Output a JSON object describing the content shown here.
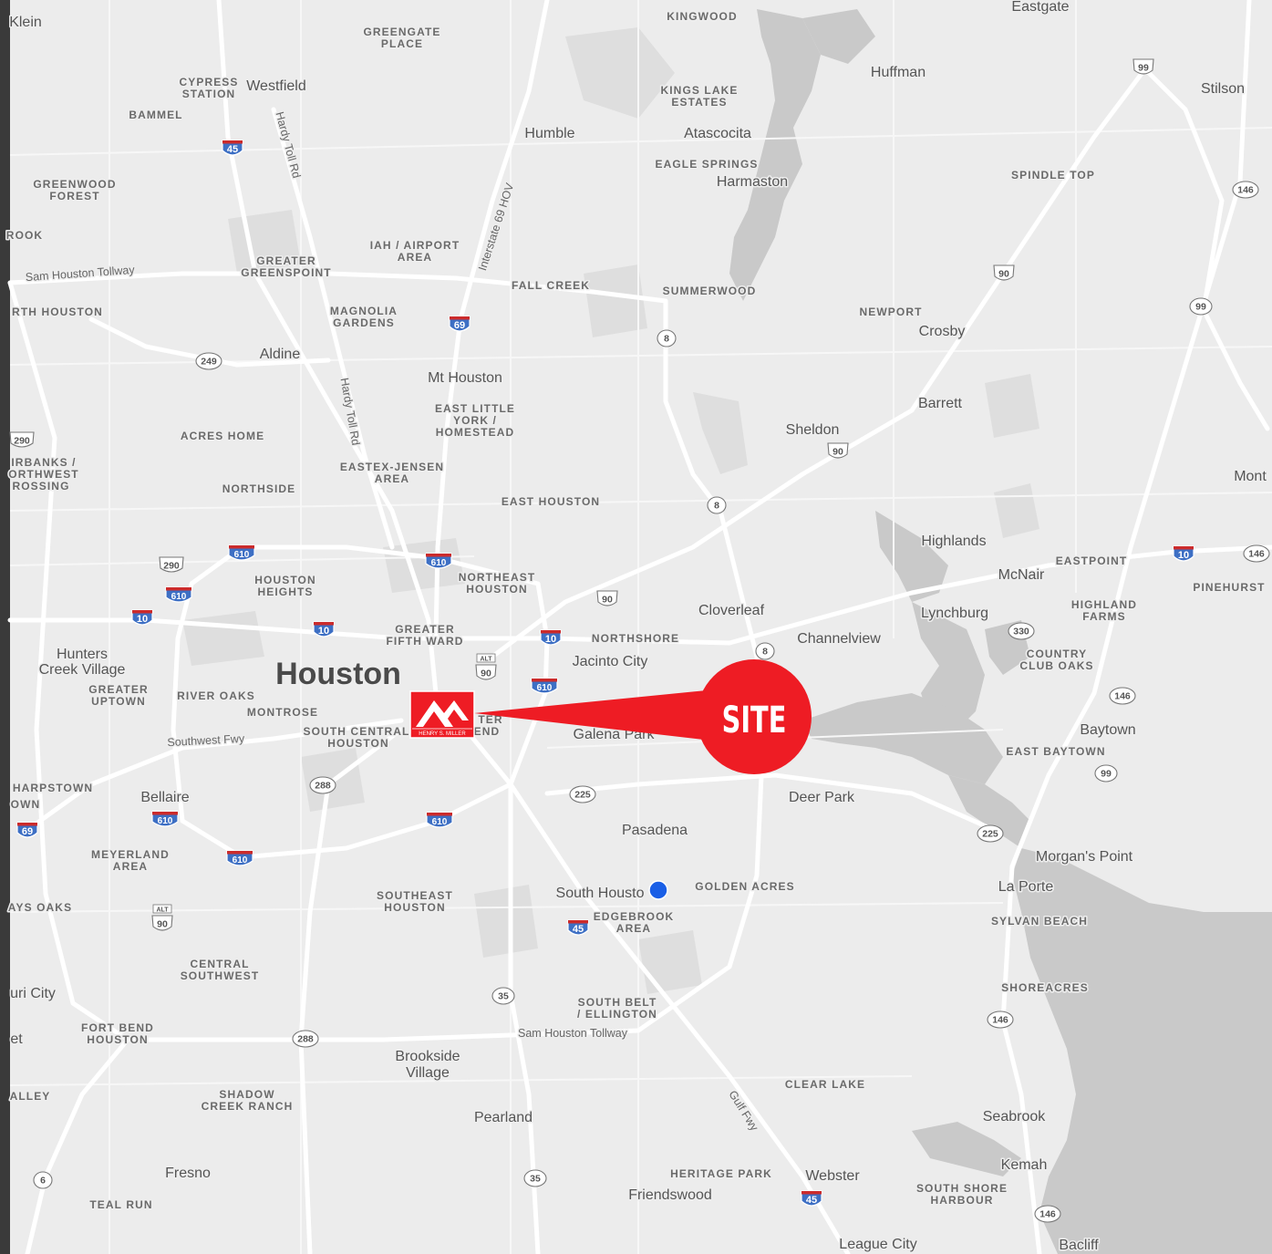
{
  "map": {
    "main_city": "Houston",
    "cities": [
      {
        "id": "klein",
        "text": "Klein"
      },
      {
        "id": "westfield",
        "text": "Westfield"
      },
      {
        "id": "humble",
        "text": "Humble"
      },
      {
        "id": "atascocita",
        "text": "Atascocita"
      },
      {
        "id": "harmaston",
        "text": "Harmaston"
      },
      {
        "id": "huffman",
        "text": "Huffman"
      },
      {
        "id": "eastgate",
        "text": "Eastgate"
      },
      {
        "id": "stilson",
        "text": "Stilson"
      },
      {
        "id": "aldine",
        "text": "Aldine"
      },
      {
        "id": "mt-houston",
        "text": "Mt Houston"
      },
      {
        "id": "crosby",
        "text": "Crosby"
      },
      {
        "id": "barrett",
        "text": "Barrett"
      },
      {
        "id": "sheldon",
        "text": "Sheldon"
      },
      {
        "id": "mont",
        "text": "Mont"
      },
      {
        "id": "highlands",
        "text": "Highlands"
      },
      {
        "id": "mcnair",
        "text": "McNair"
      },
      {
        "id": "cloverleaf",
        "text": "Cloverleaf"
      },
      {
        "id": "lynchburg",
        "text": "Lynchburg"
      },
      {
        "id": "channelview",
        "text": "Channelview"
      },
      {
        "id": "jacinto-city",
        "text": "Jacinto City"
      },
      {
        "id": "hunters-creek-1",
        "text": "Hunters"
      },
      {
        "id": "hunters-creek-2",
        "text": "Creek Village"
      },
      {
        "id": "galena-park",
        "text": "Galena Park"
      },
      {
        "id": "baytown",
        "text": "Baytown"
      },
      {
        "id": "bellaire",
        "text": "Bellaire"
      },
      {
        "id": "deer-park",
        "text": "Deer Park"
      },
      {
        "id": "pasadena",
        "text": "Pasadena"
      },
      {
        "id": "morgans-point",
        "text": "Morgan's Point"
      },
      {
        "id": "la-porte",
        "text": "La Porte"
      },
      {
        "id": "south-houston",
        "text": "South Housto"
      },
      {
        "id": "missouri-city",
        "text": "uri City"
      },
      {
        "id": "brookside-1",
        "text": "Brookside"
      },
      {
        "id": "brookside-2",
        "text": "Village"
      },
      {
        "id": "pearland",
        "text": "Pearland"
      },
      {
        "id": "seabrook",
        "text": "Seabrook"
      },
      {
        "id": "kemah",
        "text": "Kemah"
      },
      {
        "id": "fresno",
        "text": "Fresno"
      },
      {
        "id": "webster",
        "text": "Webster"
      },
      {
        "id": "friendswood",
        "text": "Friendswood"
      },
      {
        "id": "league-city",
        "text": "League City"
      },
      {
        "id": "bacliff",
        "text": "Bacliff"
      },
      {
        "id": "stafford",
        "text": "et"
      }
    ],
    "neighborhoods": [
      {
        "id": "greengate-1",
        "text": "GREENGATE"
      },
      {
        "id": "greengate-2",
        "text": "PLACE"
      },
      {
        "id": "kingwood",
        "text": "KINGWOOD"
      },
      {
        "id": "cypress-1",
        "text": "CYPRESS"
      },
      {
        "id": "cypress-2",
        "text": "STATION"
      },
      {
        "id": "bammel",
        "text": "BAMMEL"
      },
      {
        "id": "kings-lake-1",
        "text": "KINGS LAKE"
      },
      {
        "id": "kings-lake-2",
        "text": "ESTATES"
      },
      {
        "id": "eagle-springs",
        "text": "EAGLE SPRINGS"
      },
      {
        "id": "greenwood-1",
        "text": "GREENWOOD"
      },
      {
        "id": "greenwood-2",
        "text": "FOREST"
      },
      {
        "id": "spindle-top",
        "text": "SPINDLE TOP"
      },
      {
        "id": "rook",
        "text": "ROOK"
      },
      {
        "id": "iah-1",
        "text": "IAH / AIRPORT"
      },
      {
        "id": "iah-2",
        "text": "AREA"
      },
      {
        "id": "greenspoint-1",
        "text": "GREATER"
      },
      {
        "id": "greenspoint-2",
        "text": "GREENSPOINT"
      },
      {
        "id": "fall-creek",
        "text": "FALL CREEK"
      },
      {
        "id": "summerwood",
        "text": "SUMMERWOOD"
      },
      {
        "id": "north-houston",
        "text": "RTH HOUSTON"
      },
      {
        "id": "magnolia-1",
        "text": "MAGNOLIA"
      },
      {
        "id": "magnolia-2",
        "text": "GARDENS"
      },
      {
        "id": "newport",
        "text": "NEWPORT"
      },
      {
        "id": "east-little-1",
        "text": "EAST LITTLE"
      },
      {
        "id": "east-little-2",
        "text": "YORK /"
      },
      {
        "id": "east-little-3",
        "text": "HOMESTEAD"
      },
      {
        "id": "acres-home",
        "text": "ACRES HOME"
      },
      {
        "id": "fairbanks-1",
        "text": "IRBANKS /"
      },
      {
        "id": "fairbanks-2",
        "text": "ORTHWEST"
      },
      {
        "id": "fairbanks-3",
        "text": "ROSSING"
      },
      {
        "id": "eastex-1",
        "text": "EASTEX-JENSEN"
      },
      {
        "id": "eastex-2",
        "text": "AREA"
      },
      {
        "id": "northside",
        "text": "NORTHSIDE"
      },
      {
        "id": "east-houston",
        "text": "EAST HOUSTON"
      },
      {
        "id": "eastpoint",
        "text": "EASTPOINT"
      },
      {
        "id": "pinehurst",
        "text": "PINEHURST"
      },
      {
        "id": "houston-heights-1",
        "text": "HOUSTON"
      },
      {
        "id": "houston-heights-2",
        "text": "HEIGHTS"
      },
      {
        "id": "northeast-houston-1",
        "text": "NORTHEAST"
      },
      {
        "id": "northeast-houston-2",
        "text": "HOUSTON"
      },
      {
        "id": "highland-farms-1",
        "text": "HIGHLAND"
      },
      {
        "id": "highland-farms-2",
        "text": "FARMS"
      },
      {
        "id": "fifth-ward-1",
        "text": "GREATER"
      },
      {
        "id": "fifth-ward-2",
        "text": "FIFTH WARD"
      },
      {
        "id": "northshore",
        "text": "NORTHSHORE"
      },
      {
        "id": "country-club-1",
        "text": "COUNTRY"
      },
      {
        "id": "country-club-2",
        "text": "CLUB OAKS"
      },
      {
        "id": "greater-uptown-1",
        "text": "GREATER"
      },
      {
        "id": "greater-uptown-2",
        "text": "UPTOWN"
      },
      {
        "id": "river-oaks",
        "text": "RIVER OAKS"
      },
      {
        "id": "montrose",
        "text": "MONTROSE"
      },
      {
        "id": "south-central-1",
        "text": "SOUTH CENTRAL"
      },
      {
        "id": "south-central-2",
        "text": "HOUSTON"
      },
      {
        "id": "second-ward-1",
        "text": "TER"
      },
      {
        "id": "second-ward-2",
        "text": "END"
      },
      {
        "id": "east-baytown",
        "text": "EAST BAYTOWN"
      },
      {
        "id": "sharpstown-1",
        "text": "HARPSTOWN"
      },
      {
        "id": "sharpstown-2",
        "text": "OWN"
      },
      {
        "id": "meyerland-1",
        "text": "MEYERLAND"
      },
      {
        "id": "meyerland-2",
        "text": "AREA"
      },
      {
        "id": "golden-acres",
        "text": "GOLDEN ACRES"
      },
      {
        "id": "southeast-1",
        "text": "SOUTHEAST"
      },
      {
        "id": "southeast-2",
        "text": "HOUSTON"
      },
      {
        "id": "edgebrook-1",
        "text": "EDGEBROOK"
      },
      {
        "id": "edgebrook-2",
        "text": "AREA"
      },
      {
        "id": "sylvan-beach",
        "text": "SYLVAN BEACH"
      },
      {
        "id": "ays-oaks",
        "text": "AYS OAKS"
      },
      {
        "id": "central-sw-1",
        "text": "CENTRAL"
      },
      {
        "id": "central-sw-2",
        "text": "SOUTHWEST"
      },
      {
        "id": "shoreacres",
        "text": "SHOREACRES"
      },
      {
        "id": "south-belt-1",
        "text": "SOUTH BELT"
      },
      {
        "id": "south-belt-2",
        "text": "/ ELLINGTON"
      },
      {
        "id": "fort-bend-1",
        "text": "FORT BEND"
      },
      {
        "id": "fort-bend-2",
        "text": "HOUSTON"
      },
      {
        "id": "clear-lake",
        "text": "CLEAR LAKE"
      },
      {
        "id": "alley",
        "text": "ALLEY"
      },
      {
        "id": "shadow-creek-1",
        "text": "SHADOW"
      },
      {
        "id": "shadow-creek-2",
        "text": "CREEK RANCH"
      },
      {
        "id": "heritage-park",
        "text": "HERITAGE PARK"
      },
      {
        "id": "south-shore-1",
        "text": "SOUTH SHORE"
      },
      {
        "id": "south-shore-2",
        "text": "HARBOUR"
      },
      {
        "id": "teal-run",
        "text": "TEAL RUN"
      }
    ],
    "road_labels": [
      {
        "id": "hardy-1",
        "text": "Hardy Toll Rd"
      },
      {
        "id": "hardy-2",
        "text": "Hardy Toll Rd"
      },
      {
        "id": "i69-hov",
        "text": "Interstate 69 HOV"
      },
      {
        "id": "sh-tollway-n",
        "text": "Sam Houston Tollway"
      },
      {
        "id": "southwest-fwy",
        "text": "Southwest Fwy"
      },
      {
        "id": "sh-tollway-s",
        "text": "Sam Houston Tollway"
      },
      {
        "id": "gulf-fwy",
        "text": "Gulf Fwy"
      }
    ],
    "shields": [
      {
        "id": "s1",
        "kind": "interstate",
        "text": "45"
      },
      {
        "id": "s2",
        "kind": "interstate",
        "text": "69"
      },
      {
        "id": "s3",
        "kind": "us",
        "text": "99"
      },
      {
        "id": "s4",
        "kind": "state",
        "text": "146"
      },
      {
        "id": "s5",
        "kind": "us",
        "text": "90"
      },
      {
        "id": "s6",
        "kind": "state",
        "text": "99"
      },
      {
        "id": "s7",
        "kind": "state",
        "text": "8"
      },
      {
        "id": "s8",
        "kind": "state",
        "text": "249"
      },
      {
        "id": "s9",
        "kind": "us",
        "text": "290"
      },
      {
        "id": "s10",
        "kind": "us",
        "text": "90"
      },
      {
        "id": "s11",
        "kind": "state",
        "text": "8"
      },
      {
        "id": "s12",
        "kind": "interstate",
        "text": "610"
      },
      {
        "id": "s13",
        "kind": "interstate",
        "text": "610"
      },
      {
        "id": "s14",
        "kind": "us",
        "text": "290"
      },
      {
        "id": "s15",
        "kind": "interstate",
        "text": "610"
      },
      {
        "id": "s16",
        "kind": "interstate",
        "text": "10"
      },
      {
        "id": "s17",
        "kind": "interstate",
        "text": "10"
      },
      {
        "id": "s18",
        "kind": "interstate",
        "text": "10"
      },
      {
        "id": "s19",
        "kind": "us",
        "text": "90"
      },
      {
        "id": "s20",
        "kind": "interstate",
        "text": "10"
      },
      {
        "id": "s21",
        "kind": "state",
        "text": "146"
      },
      {
        "id": "s22",
        "kind": "state",
        "text": "330"
      },
      {
        "id": "s23",
        "kind": "us-alt",
        "text": "90"
      },
      {
        "id": "s24",
        "kind": "interstate",
        "text": "610"
      },
      {
        "id": "s25",
        "kind": "state",
        "text": "8"
      },
      {
        "id": "s26",
        "kind": "state",
        "text": "146"
      },
      {
        "id": "s27",
        "kind": "state",
        "text": "288"
      },
      {
        "id": "s28",
        "kind": "state",
        "text": "225"
      },
      {
        "id": "s29",
        "kind": "state",
        "text": "99"
      },
      {
        "id": "s30",
        "kind": "interstate",
        "text": "610"
      },
      {
        "id": "s31",
        "kind": "interstate",
        "text": "610"
      },
      {
        "id": "s32",
        "kind": "interstate",
        "text": "69"
      },
      {
        "id": "s33",
        "kind": "state",
        "text": "225"
      },
      {
        "id": "s34",
        "kind": "interstate",
        "text": "610"
      },
      {
        "id": "s35",
        "kind": "interstate",
        "text": "45"
      },
      {
        "id": "s36",
        "kind": "us-alt",
        "text": "90"
      },
      {
        "id": "s37",
        "kind": "state",
        "text": "35"
      },
      {
        "id": "s38",
        "kind": "state",
        "text": "146"
      },
      {
        "id": "s39",
        "kind": "state",
        "text": "288"
      },
      {
        "id": "s40",
        "kind": "state",
        "text": "6"
      },
      {
        "id": "s41",
        "kind": "state",
        "text": "35"
      },
      {
        "id": "s42",
        "kind": "interstate",
        "text": "45"
      },
      {
        "id": "s43",
        "kind": "state",
        "text": "146"
      }
    ],
    "site_callout": "SITE",
    "logo_text": "HENRY S. MILLER",
    "alt_tag": "ALT",
    "colors": {
      "land": "#ececec",
      "water": "#c9c9c9",
      "road_major": "#ffffff",
      "callout_red": "#ee1c24",
      "location_dot": "#1a5fe6",
      "left_frame": "#3a3a3a"
    }
  }
}
